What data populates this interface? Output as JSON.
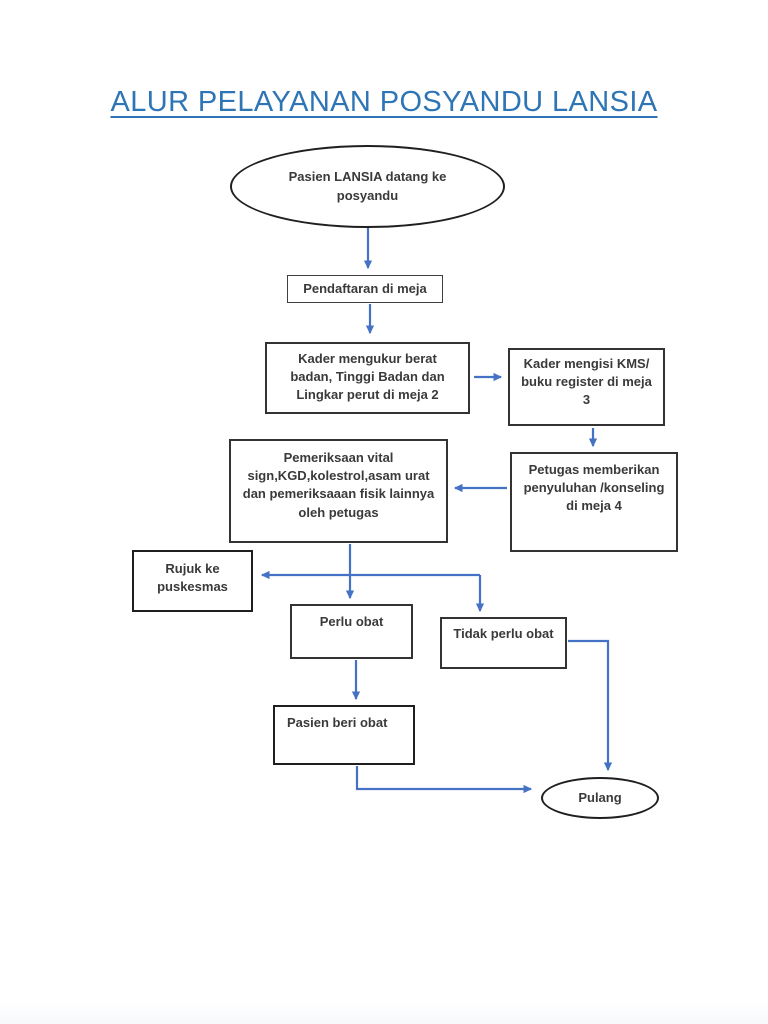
{
  "page": {
    "title": "ALUR PELAYANAN POSYANDU LANSIA",
    "title_color": "#2e75b6",
    "arrow_color": "#4472c4",
    "box_border_color": "#333333",
    "text_color": "#3a3a3a",
    "background_color": "#ffffff"
  },
  "nodes": {
    "start": {
      "type": "ellipse",
      "label": "Pasien LANSIA datang ke posyandu"
    },
    "pendaftaran": {
      "type": "rectangle",
      "label": "Pendaftaran di meja"
    },
    "ukur": {
      "type": "rectangle",
      "label": "Kader mengukur berat badan, Tinggi Badan dan Lingkar perut di meja 2"
    },
    "kms": {
      "type": "rectangle",
      "label": "Kader mengisi KMS/ buku register di meja 3"
    },
    "penyuluhan": {
      "type": "rectangle",
      "label": "Petugas memberikan penyuluhan /konseling di meja 4"
    },
    "pemeriksaan": {
      "type": "rectangle",
      "label": "Pemeriksaan vital sign,KGD,kolestrol,asam urat dan pemeriksaaan fisik lainnya oleh petugas"
    },
    "rujuk": {
      "type": "rectangle",
      "label": "Rujuk ke puskesmas"
    },
    "perlu_obat": {
      "type": "rectangle",
      "label": "Perlu obat"
    },
    "tidak_perlu_obat": {
      "type": "rectangle",
      "label": "Tidak perlu obat"
    },
    "beri_obat": {
      "type": "rectangle",
      "label": "Pasien beri obat"
    },
    "pulang": {
      "type": "ellipse",
      "label": "Pulang"
    }
  },
  "edges": [
    {
      "from": "start",
      "to": "pendaftaran"
    },
    {
      "from": "pendaftaran",
      "to": "ukur"
    },
    {
      "from": "ukur",
      "to": "kms"
    },
    {
      "from": "kms",
      "to": "penyuluhan"
    },
    {
      "from": "penyuluhan",
      "to": "pemeriksaan"
    },
    {
      "from": "pemeriksaan",
      "to": "perlu_obat"
    },
    {
      "from": "pemeriksaan",
      "to": "rujuk"
    },
    {
      "from": "pemeriksaan",
      "to": "tidak_perlu_obat"
    },
    {
      "from": "perlu_obat",
      "to": "beri_obat"
    },
    {
      "from": "beri_obat",
      "to": "pulang"
    },
    {
      "from": "tidak_perlu_obat",
      "to": "pulang"
    }
  ]
}
